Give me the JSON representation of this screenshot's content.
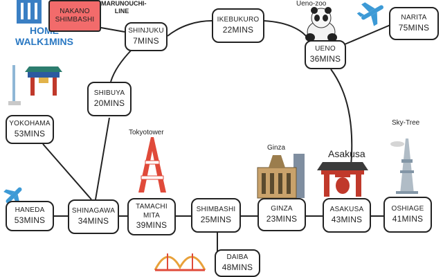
{
  "home": {
    "title_line1": "HOME",
    "title_line2": "WALK1MINS",
    "station": "NAKANO SHIMBASHI",
    "line_label": "MARUNOUCHI-LINE"
  },
  "stations": [
    {
      "id": "shinjuku",
      "name": "SHINJUKU",
      "time": "7MINS"
    },
    {
      "id": "ikebukuro",
      "name": "IKEBUKURO",
      "time": "22MINS"
    },
    {
      "id": "ueno",
      "name": "UENO",
      "time": "36MINS"
    },
    {
      "id": "narita",
      "name": "NARITA",
      "time": "75MINS"
    },
    {
      "id": "shibuya",
      "name": "SHIBUYA",
      "time": "20MINS"
    },
    {
      "id": "yokohama",
      "name": "YOKOHAMA",
      "time": "53MINS"
    },
    {
      "id": "haneda",
      "name": "HANEDA",
      "time": "53MINS"
    },
    {
      "id": "shinagawa",
      "name": "SHINAGAWA",
      "time": "34MINS"
    },
    {
      "id": "tamachi",
      "name": "TAMACHI MITA",
      "time": "39MINS"
    },
    {
      "id": "shimbashi",
      "name": "SHIMBASHI",
      "time": "25MINS"
    },
    {
      "id": "ginza",
      "name": "GINZA",
      "time": "23MINS"
    },
    {
      "id": "asakusa",
      "name": "ASAKUSA",
      "time": "43MINS"
    },
    {
      "id": "oshiage",
      "name": "OSHIAGE",
      "time": "41MINS"
    },
    {
      "id": "daiba",
      "name": "DAIBA",
      "time": "48MINS"
    }
  ],
  "landmarks": {
    "ueno_zoo": "Ueno-zoo",
    "tokyo_tower": "Tokyotower",
    "ginza": "Ginza",
    "asakusa": "Asakusa",
    "sky_tree": "Sky-Tree"
  },
  "icons": [
    "building-icon",
    "airplane-icon",
    "panda-icon",
    "yokohama-gate-icon",
    "tokyo-tower-icon",
    "ginza-building-icon",
    "asakusa-gate-icon",
    "sky-tree-icon",
    "rainbow-bridge-icon"
  ],
  "colors": {
    "home_box": "#f26b6b",
    "home_title": "#2a78c2",
    "airplane": "#3d9ad6"
  }
}
